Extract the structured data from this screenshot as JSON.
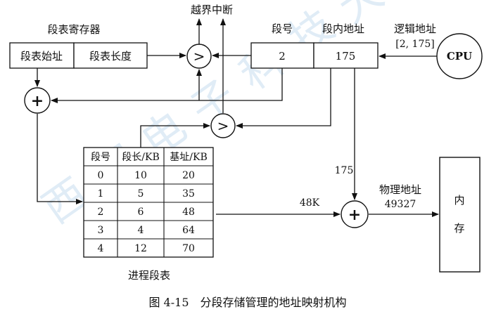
{
  "labels": {
    "overflow": "越界中断",
    "seg_reg_title": "段表寄存器",
    "seg_start": "段表始址",
    "seg_length": "段表长度",
    "seg_no": "段号",
    "offset": "段内地址",
    "logical_addr": "逻辑地址",
    "logical_value": "[2, 175]",
    "cpu": "CPU",
    "seg_no_value": "2",
    "offset_value": "175",
    "offset_line_value": "175",
    "base_line_value": "48K",
    "physical_addr": "物理地址",
    "physical_value": "49327",
    "memory_a": "内",
    "memory_b": "存",
    "table_caption": "进程段表",
    "figure_caption": "图 4-15　分段存储管理的地址映射机构",
    "compare": ">",
    "plus": "+"
  },
  "watermark": [
    "西",
    "安",
    "电",
    "子",
    "科",
    "技",
    "大"
  ],
  "segment_table": {
    "headers": [
      "段号",
      "段长/KB",
      "基址/KB"
    ],
    "rows": [
      [
        "0",
        "10",
        "20"
      ],
      [
        "1",
        "5",
        "35"
      ],
      [
        "2",
        "6",
        "48"
      ],
      [
        "3",
        "4",
        "64"
      ],
      [
        "4",
        "12",
        "70"
      ]
    ]
  }
}
